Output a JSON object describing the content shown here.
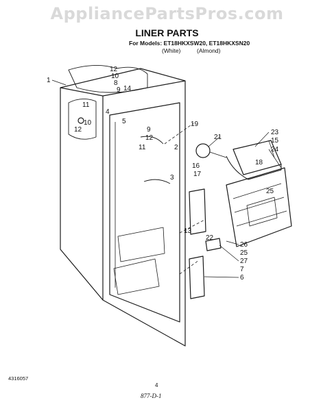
{
  "watermark": "AppliancePartsPros.com",
  "title": "LINER PARTS",
  "models_line": "For Models: ET18HKXSW20, ET18HKXSN20",
  "variants": [
    "(White)",
    "(Almond)"
  ],
  "callouts": [
    "1",
    "12",
    "10",
    "8",
    "9",
    "14",
    "4",
    "11",
    "12",
    "10",
    "9",
    "12",
    "11",
    "5",
    "19",
    "21",
    "2",
    "16",
    "17",
    "18",
    "23",
    "15",
    "24",
    "25",
    "3",
    "13",
    "22",
    "26",
    "25",
    "27",
    "7",
    "6"
  ],
  "footer": {
    "doc_number": "4316057",
    "page": "4",
    "code": "877-D-1"
  }
}
